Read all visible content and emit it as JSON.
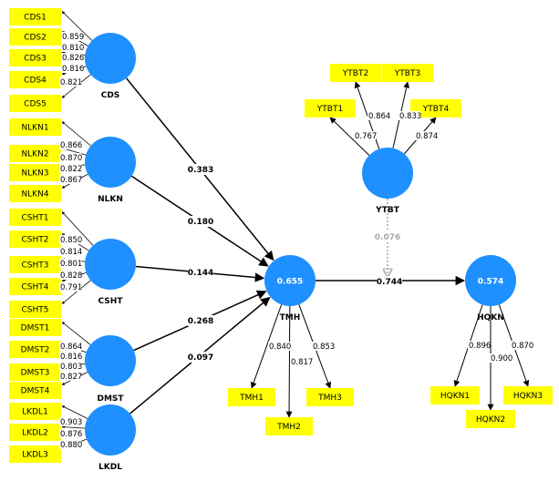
{
  "colors": {
    "latent_fill": "#1e90ff",
    "indicator_fill": "#ffff00",
    "arrow": "#000000",
    "moderator_arrow": "#a9a9a9",
    "r2_text": "#ffffff"
  },
  "latents": [
    {
      "id": "CDS",
      "label": "CDS",
      "r2": ""
    },
    {
      "id": "NLKN",
      "label": "NLKN",
      "r2": ""
    },
    {
      "id": "CSHT",
      "label": "CSHT",
      "r2": ""
    },
    {
      "id": "DMST",
      "label": "DMST",
      "r2": ""
    },
    {
      "id": "LKDL",
      "label": "LKDL",
      "r2": ""
    },
    {
      "id": "TMH",
      "label": "TMH",
      "r2": "0.655"
    },
    {
      "id": "HQKN",
      "label": "HQKN",
      "r2": "0.574"
    },
    {
      "id": "YTBT",
      "label": "YTBT",
      "r2": ""
    }
  ],
  "indicators": [
    {
      "latent": "CDS",
      "label": "CDS1",
      "loading": ""
    },
    {
      "latent": "CDS",
      "label": "CDS2",
      "loading": "0.859"
    },
    {
      "latent": "CDS",
      "label": "CDS3",
      "loading": "0.810"
    },
    {
      "latent": "CDS",
      "label": "CDS4",
      "loading": "0.826"
    },
    {
      "latent": "CDS",
      "label": "CDS5",
      "loading": "0.816"
    },
    {
      "latent": "CDS",
      "label": "",
      "loading": "0.821"
    },
    {
      "latent": "NLKN",
      "label": "NLKN1",
      "loading": "0.866"
    },
    {
      "latent": "NLKN",
      "label": "NLKN2",
      "loading": "0.870"
    },
    {
      "latent": "NLKN",
      "label": "NLKN3",
      "loading": "0.822"
    },
    {
      "latent": "NLKN",
      "label": "NLKN4",
      "loading": "0.867"
    },
    {
      "latent": "CSHT",
      "label": "CSHT1",
      "loading": "0.850"
    },
    {
      "latent": "CSHT",
      "label": "CSHT2",
      "loading": "0.814"
    },
    {
      "latent": "CSHT",
      "label": "CSHT3",
      "loading": "0.801"
    },
    {
      "latent": "CSHT",
      "label": "CSHT4",
      "loading": "0.828"
    },
    {
      "latent": "CSHT",
      "label": "CSHT5",
      "loading": "0.791"
    },
    {
      "latent": "DMST",
      "label": "DMST1",
      "loading": "0.864"
    },
    {
      "latent": "DMST",
      "label": "DMST2",
      "loading": "0.816"
    },
    {
      "latent": "DMST",
      "label": "DMST3",
      "loading": "0.803"
    },
    {
      "latent": "DMST",
      "label": "DMST4",
      "loading": "0.827"
    },
    {
      "latent": "LKDL",
      "label": "LKDL1",
      "loading": "0.903"
    },
    {
      "latent": "LKDL",
      "label": "LKDL2",
      "loading": "0.876"
    },
    {
      "latent": "LKDL",
      "label": "LKDL3",
      "loading": "0.880"
    },
    {
      "latent": "TMH",
      "label": "TMH1",
      "loading": "0.840"
    },
    {
      "latent": "TMH",
      "label": "TMH2",
      "loading": "0.817"
    },
    {
      "latent": "TMH",
      "label": "TMH3",
      "loading": "0.853"
    },
    {
      "latent": "HQKN",
      "label": "HQKN1",
      "loading": "0.896"
    },
    {
      "latent": "HQKN",
      "label": "HQKN2",
      "loading": "0.900"
    },
    {
      "latent": "HQKN",
      "label": "HQKN3",
      "loading": "0.870"
    },
    {
      "latent": "YTBT",
      "label": "YTBT1",
      "loading": "0.767"
    },
    {
      "latent": "YTBT",
      "label": "YTBT2",
      "loading": "0.864"
    },
    {
      "latent": "YTBT",
      "label": "YTBT3",
      "loading": "0.833"
    },
    {
      "latent": "YTBT",
      "label": "YTBT4",
      "loading": "0.874"
    }
  ],
  "paths": [
    {
      "from": "CDS",
      "to": "TMH",
      "coef": "0.383"
    },
    {
      "from": "NLKN",
      "to": "TMH",
      "coef": "0.180"
    },
    {
      "from": "CSHT",
      "to": "TMH",
      "coef": "0.144"
    },
    {
      "from": "DMST",
      "to": "TMH",
      "coef": "0.268"
    },
    {
      "from": "LKDL",
      "to": "TMH",
      "coef": "0.097"
    },
    {
      "from": "TMH",
      "to": "HQKN",
      "coef": "0.744"
    }
  ],
  "moderation": {
    "from": "YTBT",
    "coef": "0.076"
  }
}
